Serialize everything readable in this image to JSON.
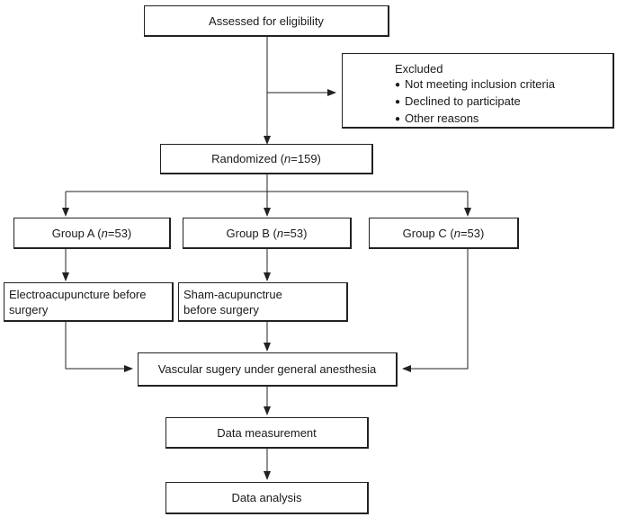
{
  "flowchart": {
    "assessed": "Assessed for eligibility",
    "excluded": {
      "title": "Excluded",
      "reasons": [
        "Not meeting inclusion criteria",
        "Declined to participate",
        "Other reasons"
      ]
    },
    "randomized": {
      "label": "Randomized (",
      "n_symbol": "n",
      "n_value": "=159)"
    },
    "groups": [
      {
        "label": "Group A (",
        "n_symbol": "n",
        "n_value": "=53)"
      },
      {
        "label": "Group B (",
        "n_symbol": "n",
        "n_value": "=53)"
      },
      {
        "label": "Group C (",
        "n_symbol": "n",
        "n_value": "=53)"
      }
    ],
    "interventions": [
      {
        "line1": "Electroacupuncture before",
        "line2": "surgery"
      },
      {
        "line1": "Sham-acupunctrue",
        "line2": "before surgery"
      }
    ],
    "surgery": "Vascular sugery under general anesthesia",
    "measurement": "Data measurement",
    "analysis": "Data analysis"
  }
}
